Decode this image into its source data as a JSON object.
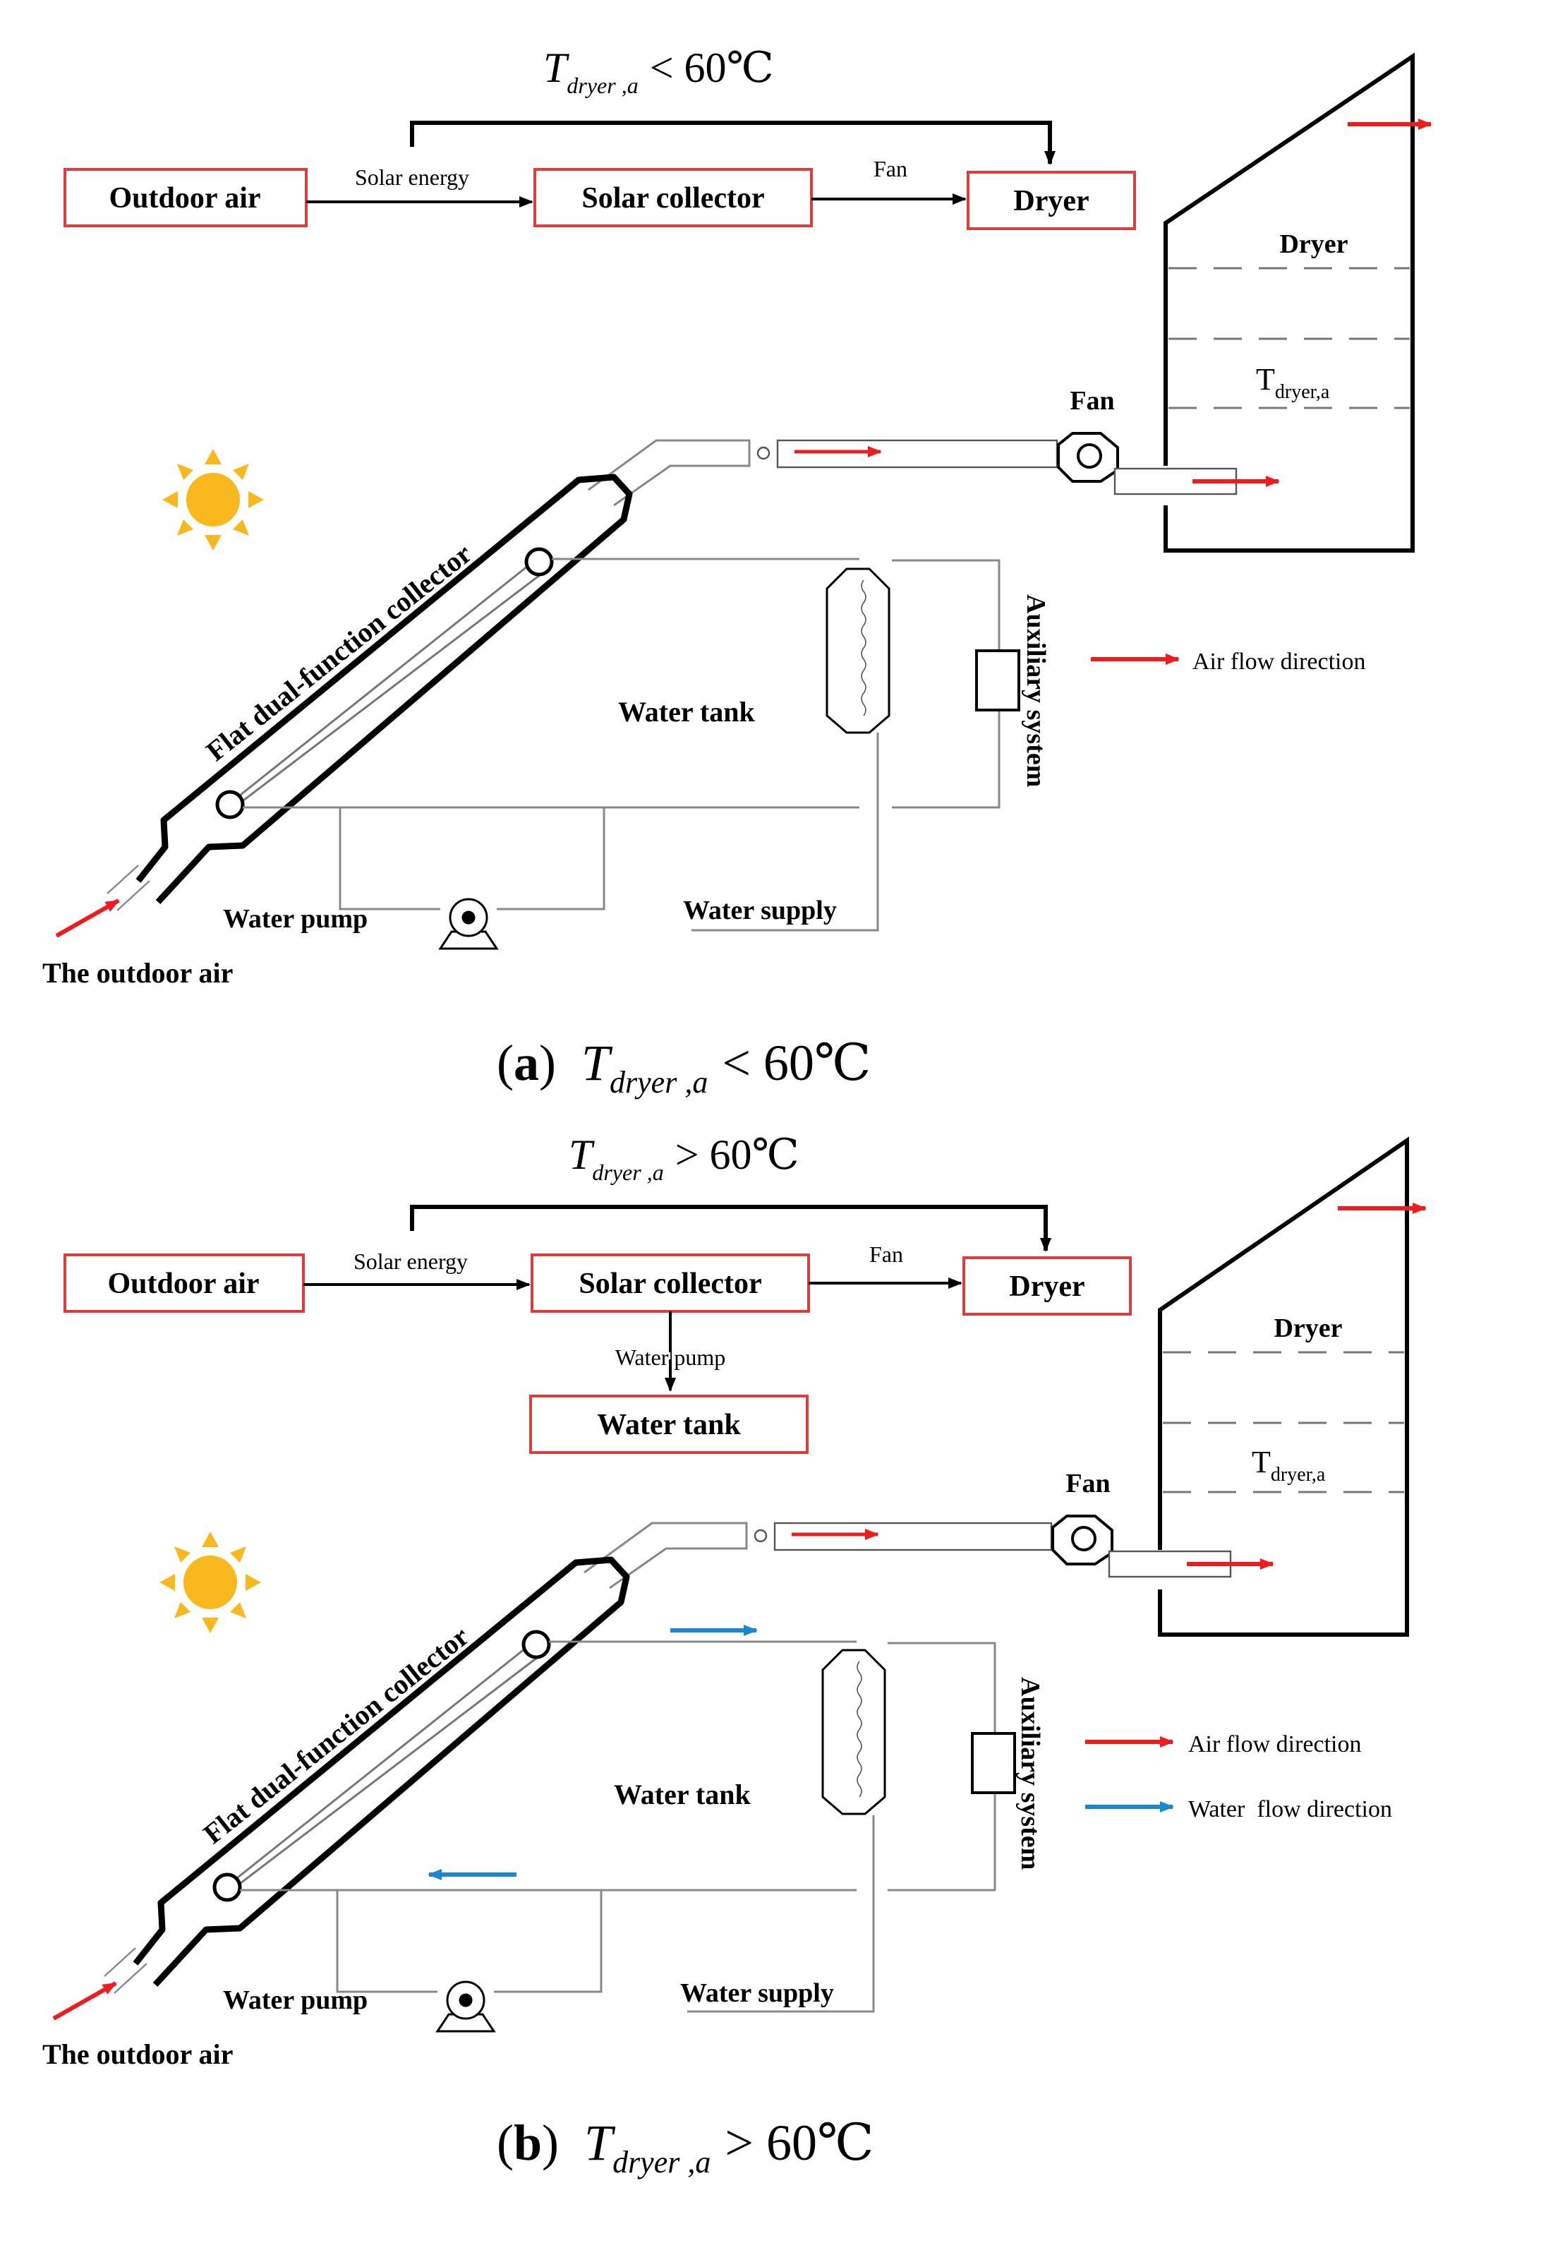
{
  "panel_a": {
    "condition": {
      "T": "T",
      "sub": "dryer ,a",
      "rel": "< 60℃"
    },
    "flow": {
      "outdoor_air": "Outdoor air",
      "solar_collector": "Solar collector",
      "dryer": "Dryer",
      "solar_energy": "Solar energy",
      "fan": "Fan"
    },
    "schematic": {
      "collector": "Flat dual-function collector",
      "water_tank": "Water tank",
      "auxiliary": "Auxiliary system",
      "water_pump": "Water pump",
      "water_supply": "Water supply",
      "outdoor_air": "The outdoor air",
      "fan": "Fan",
      "dryer": "Dryer",
      "t_dryer_main": "T",
      "t_dryer_sub": "dryer,a"
    },
    "legend": {
      "air": "Air flow direction"
    },
    "caption": {
      "letter": "a",
      "T": "T",
      "sub": "dryer ,a",
      "rel": "< 60℃"
    }
  },
  "panel_b": {
    "condition": {
      "T": "T",
      "sub": "dryer ,a",
      "rel": "> 60℃"
    },
    "flow": {
      "outdoor_air": "Outdoor air",
      "solar_collector": "Solar collector",
      "dryer": "Dryer",
      "solar_energy": "Solar energy",
      "fan": "Fan",
      "water_pump": "Water pump",
      "water_tank": "Water tank"
    },
    "schematic": {
      "collector": "Flat dual-function collector",
      "water_tank": "Water tank",
      "auxiliary": "Auxiliary system",
      "water_pump": "Water pump",
      "water_supply": "Water supply",
      "outdoor_air": "The outdoor air",
      "fan": "Fan",
      "dryer": "Dryer",
      "t_dryer_main": "T",
      "t_dryer_sub": "dryer,a"
    },
    "legend": {
      "air": "Air flow direction",
      "water": "Water  flow direction"
    },
    "caption": {
      "letter": "b",
      "T": "T",
      "sub": "dryer ,a",
      "rel": "> 60℃"
    }
  },
  "colors": {
    "box_border": "#e03c3c",
    "air_arrow": "#ee1c1c",
    "water_arrow": "#1a86d6",
    "sun": "#f8b81e",
    "line": "#000000",
    "pipe": "#888888"
  }
}
